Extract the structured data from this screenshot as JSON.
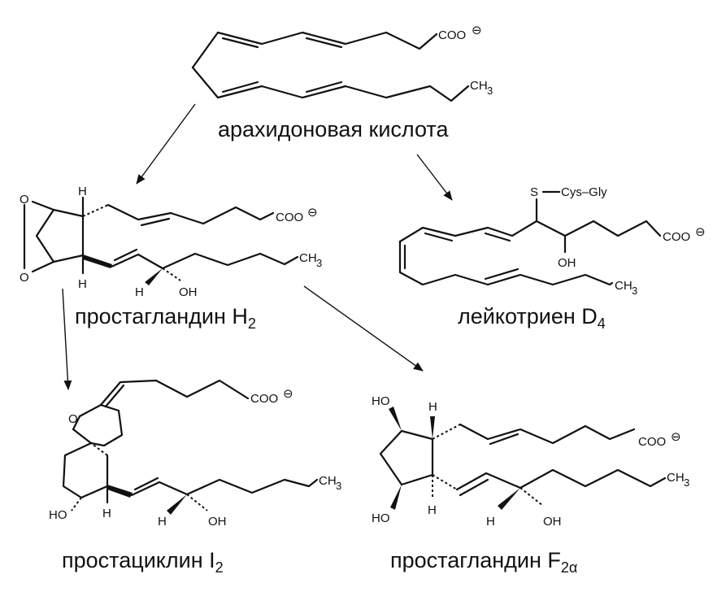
{
  "compounds": {
    "arachidonic": {
      "name": "арахидоновая кислота",
      "carboxylate": "COO",
      "methyl": "CH",
      "methyl_sub": "3",
      "charge": "⊖"
    },
    "pgh2": {
      "name_main": "простагландин H",
      "name_sub": "2",
      "ring_o_top": "O",
      "ring_o_bottom": "O",
      "h_top": "H",
      "h_bottom": "H",
      "h_side": "H",
      "oh": "OH",
      "carboxylate": "COO",
      "charge": "⊖",
      "methyl": "CH",
      "methyl_sub": "3"
    },
    "ltd4": {
      "name_main": "лейкотриен D",
      "name_sub": "4",
      "thio": "S",
      "peptide": "Cys–Gly",
      "oh": "OH",
      "carboxylate": "COO",
      "charge": "⊖",
      "methyl": "CH",
      "methyl_sub": "3"
    },
    "pgi2": {
      "name_main": "простациклин I",
      "name_sub": "2",
      "ring_o": "O",
      "ho": "HO",
      "h_ring": "H",
      "h_side": "H",
      "oh": "OH",
      "carboxylate": "COO",
      "charge": "⊖",
      "methyl": "CH",
      "methyl_sub": "3"
    },
    "pgf2a": {
      "name_main": "простагландин F",
      "name_sub": "2α",
      "ho_top": "HO",
      "ho_bottom": "HO",
      "h_top": "H",
      "h_bottom": "H",
      "h_side": "H",
      "oh": "OH",
      "carboxylate": "COO",
      "charge": "⊖",
      "methyl": "CH",
      "methyl_sub": "3"
    }
  }
}
